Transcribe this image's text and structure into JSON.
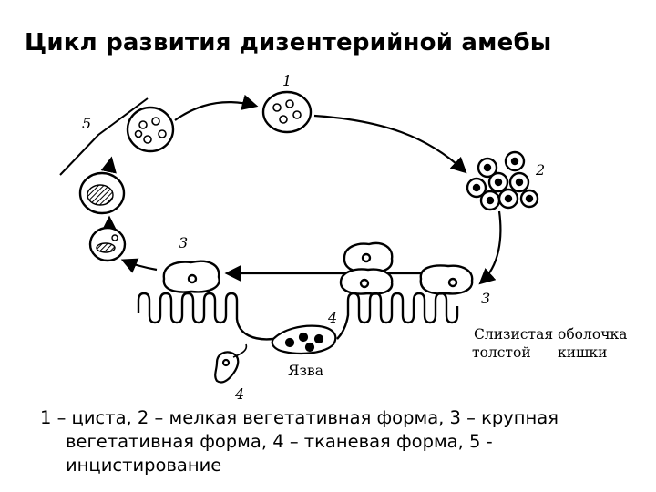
{
  "title": "Цикл развития дизентерийной амебы",
  "diagram": {
    "labels": {
      "stage_1": "1",
      "stage_2": "2",
      "stage_3_left": "3",
      "stage_3_right": "3",
      "stage_4_tissue": "4",
      "stage_4_bottom": "4",
      "stage_5": "5",
      "mucosa_line1": "Слизистая оболочка",
      "mucosa_line2_a": "толстой",
      "mucosa_line2_b": "кишки",
      "ulcer": "Язва"
    }
  },
  "caption": {
    "line1": "1 – циста, 2 – мелкая вегетативная форма, 3 – крупная",
    "line2": "вегетативная форма, 4 – тканевая форма, 5 -",
    "line3": "инцистирование"
  }
}
